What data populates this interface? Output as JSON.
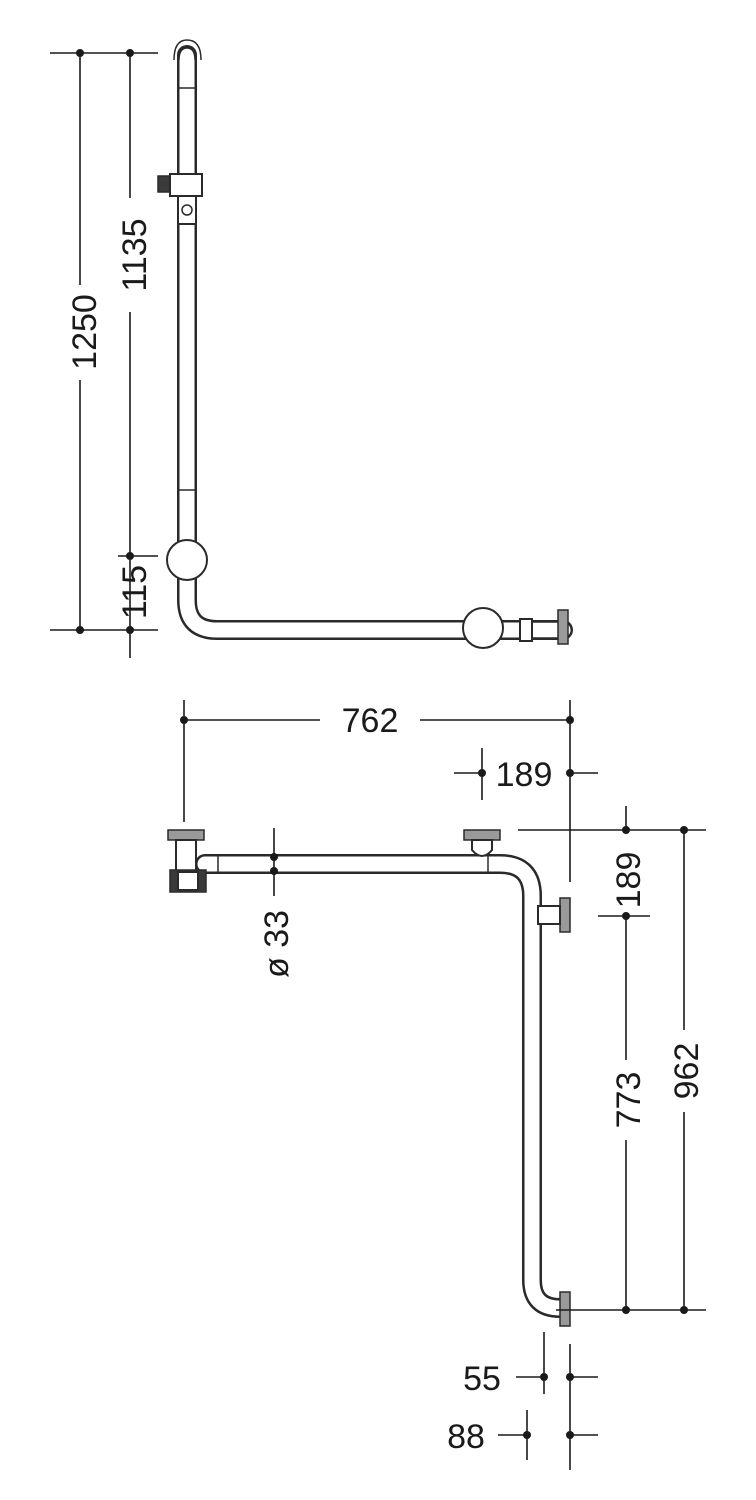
{
  "dimensions": {
    "front": {
      "total_height": "1250",
      "upper_height": "1135",
      "lower_offset": "115"
    },
    "plan": {
      "width": "762",
      "wall_offset_top": "189",
      "wall_offset_side": "189",
      "pipe_diameter": "ø 33",
      "leg_length": "773",
      "total_depth": "962",
      "pipe_offset_small": "55",
      "pipe_offset_large": "88"
    }
  }
}
